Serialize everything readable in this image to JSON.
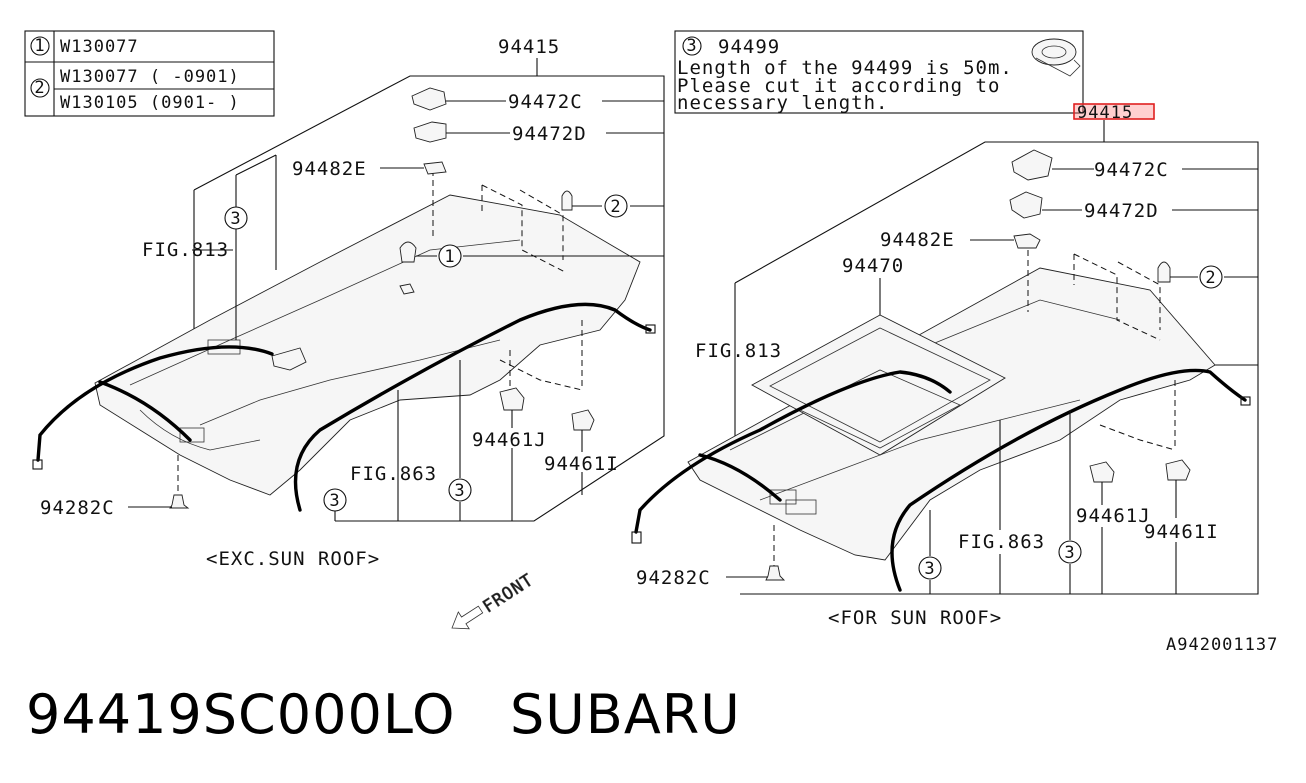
{
  "legend": {
    "row1": {
      "num": "1",
      "code": "W130077"
    },
    "row2": {
      "num": "2",
      "code_a": "W130077 (  -0901)",
      "code_b": "W130105 (0901-  )"
    }
  },
  "note": {
    "num": "3",
    "part": "94499",
    "line1": "Length of the 94499 is 50m.",
    "line2": "Please cut it according to",
    "line3": "necessary length."
  },
  "left_assembly": {
    "top": "94415",
    "p94472c": "94472C",
    "p94472d": "94472D",
    "p94482e": "94482E",
    "clip2": "2",
    "clip1": "1",
    "circle3": "3",
    "fig813": "FIG.813",
    "fig863": "FIG.863",
    "p94461j": "94461J",
    "p94461i": "94461I",
    "p94282c": "94282C",
    "caption": "<EXC.SUN ROOF>"
  },
  "right_assembly": {
    "top": "94415",
    "p94472c": "94472C",
    "p94472d": "94472D",
    "p94482e": "94482E",
    "p94470": "94470",
    "clip2": "2",
    "fig813": "FIG.813",
    "fig863": "FIG.863",
    "circle3": "3",
    "p94461j": "94461J",
    "p94461i": "94461I",
    "p94282c": "94282C",
    "caption": "<FOR SUN ROOF>"
  },
  "front_label": "FRONT",
  "image_code": "A942001137",
  "footer": {
    "part_number": "94419SC000LO",
    "brand": "SUBARU"
  }
}
